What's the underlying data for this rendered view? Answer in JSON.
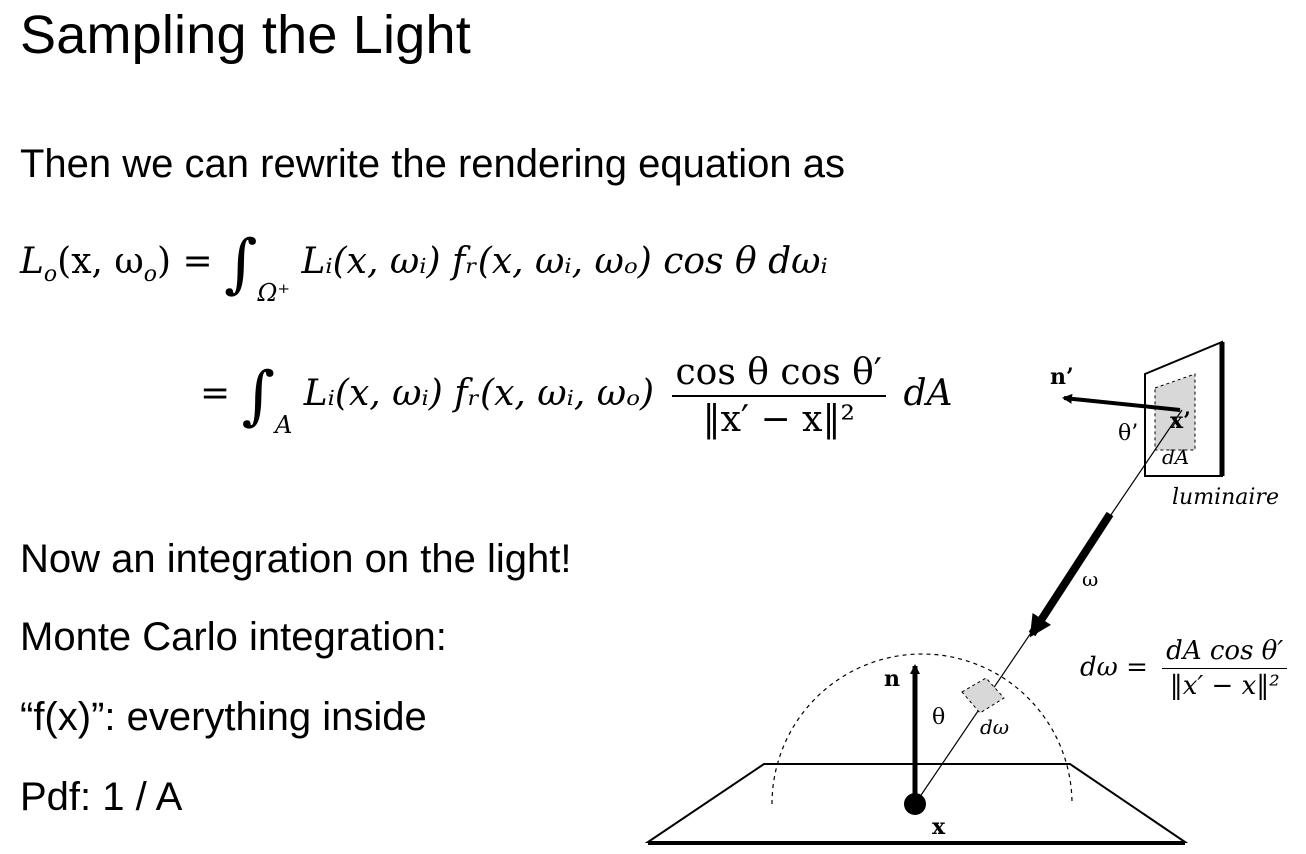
{
  "slide": {
    "title": "Sampling the Light",
    "intro": "Then we can rewrite the rendering equation as",
    "bullets": [
      "Now an integration on the light!",
      "Monte Carlo integration:",
      "“f(x)”: everything inside",
      "Pdf: 1 / A"
    ]
  },
  "equation": {
    "line1_lhs": "L",
    "line1_lhs_sub": "o",
    "line1_lhs_args": "(x, ω",
    "line1_lhs_args_sub": "o",
    "line1_eq": ") =",
    "line1_domain": "Ω⁺",
    "line1_rhs": "Lᵢ(x, ωᵢ) fᵣ(x, ωᵢ, ωₒ) cos θ dωᵢ",
    "line2_eq": "=",
    "line2_domain": "A",
    "line2_rhs_pre": "Lᵢ(x, ωᵢ) fᵣ(x, ωᵢ, ωₒ)",
    "line2_frac_num": "cos θ cos θ′",
    "line2_frac_den": "‖x′ − x‖²",
    "line2_rhs_post": "dA"
  },
  "figure": {
    "labels": {
      "n_prime": "n’",
      "theta_prime": "θ’",
      "x_prime": "x’",
      "dA": "dA",
      "luminaire": "luminaire",
      "omega": "ω",
      "n": "n",
      "theta": "θ",
      "d_omega": "dω",
      "x": "x"
    },
    "solid_angle_equation": {
      "lhs": "dω =",
      "num": "dA  cos θ′",
      "den": "‖x′ − x‖²"
    }
  }
}
